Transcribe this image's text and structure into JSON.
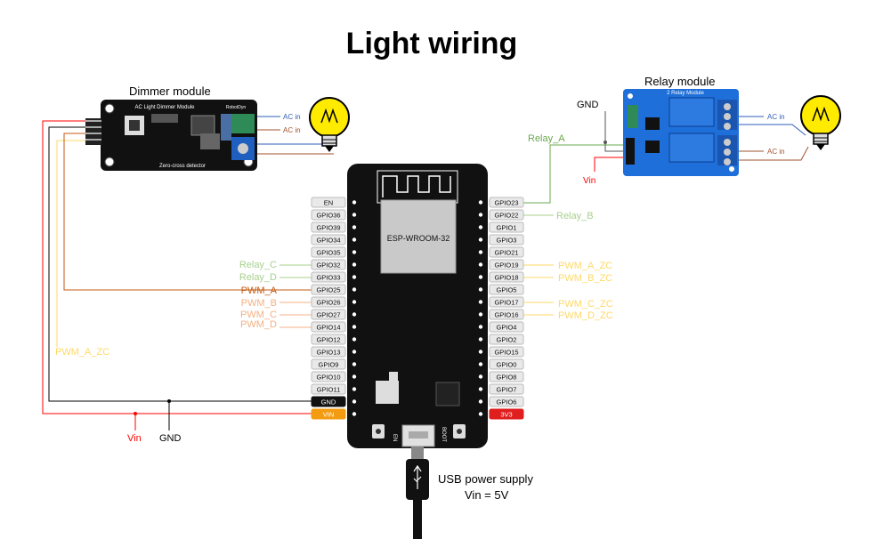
{
  "title": "Light wiring",
  "dimmer": {
    "label": "Dimmer module",
    "board_text": "AC Light Dimmer Module",
    "brand": "RobotDyn",
    "zc_text": "Zero-cross detector",
    "ac_in_1": "AC in",
    "ac_in_2": "AC in"
  },
  "relay": {
    "label": "Relay module",
    "board_text": "2 Relay Module",
    "gnd": "GND",
    "relay_a": "Relay_A",
    "vin": "Vin",
    "ac_in_1": "AC in",
    "ac_in_2": "AC in"
  },
  "esp32": {
    "module": "ESP-WROOM-32",
    "btn_en": "EN",
    "btn_boot": "BOOT",
    "left_pins": [
      "EN",
      "GPIO36",
      "GPIO39",
      "GPIO34",
      "GPIO35",
      "GPIO32",
      "GPIO33",
      "GPIO25",
      "GPIO26",
      "GPIO27",
      "GPIO14",
      "GPIO12",
      "GPIO13",
      "GPIO9",
      "GPIO10",
      "GPIO11",
      "GND",
      "VIN"
    ],
    "right_pins": [
      "GPIO23",
      "GPIO22",
      "GPIO1",
      "GPIO3",
      "GPIO21",
      "GPIO19",
      "GPIO18",
      "GPIO5",
      "GPIO17",
      "GPIO16",
      "GPIO4",
      "GPIO2",
      "GPIO15",
      "GPIO0",
      "GPIO8",
      "GPIO7",
      "GPIO6",
      "3V3"
    ]
  },
  "signals": {
    "relay_c": "Relay_C",
    "relay_d": "Relay_D",
    "pwm_a": "PWM_A",
    "pwm_b": "PWM_B",
    "pwm_c": "PWM_C",
    "pwm_d": "PWM_D",
    "pwm_a_zc_left": "PWM_A_ZC",
    "relay_b": "Relay_B",
    "pwm_a_zc": "PWM_A_ZC",
    "pwm_b_zc": "PWM_B_ZC",
    "pwm_c_zc": "PWM_C_ZC",
    "pwm_d_zc": "PWM_D_ZC",
    "vin": "Vin",
    "gnd": "GND"
  },
  "usb": {
    "line1": "USB power supply",
    "line2": "Vin = 5V"
  },
  "colors": {
    "relay_green": "#6aa84f",
    "relay_light": "#a8d08d",
    "pwm_a": "#c55a11",
    "pwm_light": "#f4b183",
    "zc": "#ffd966",
    "vin": "#ff0000",
    "ac_blue": "#2e5cb8",
    "ac_brown": "#a0522d"
  }
}
